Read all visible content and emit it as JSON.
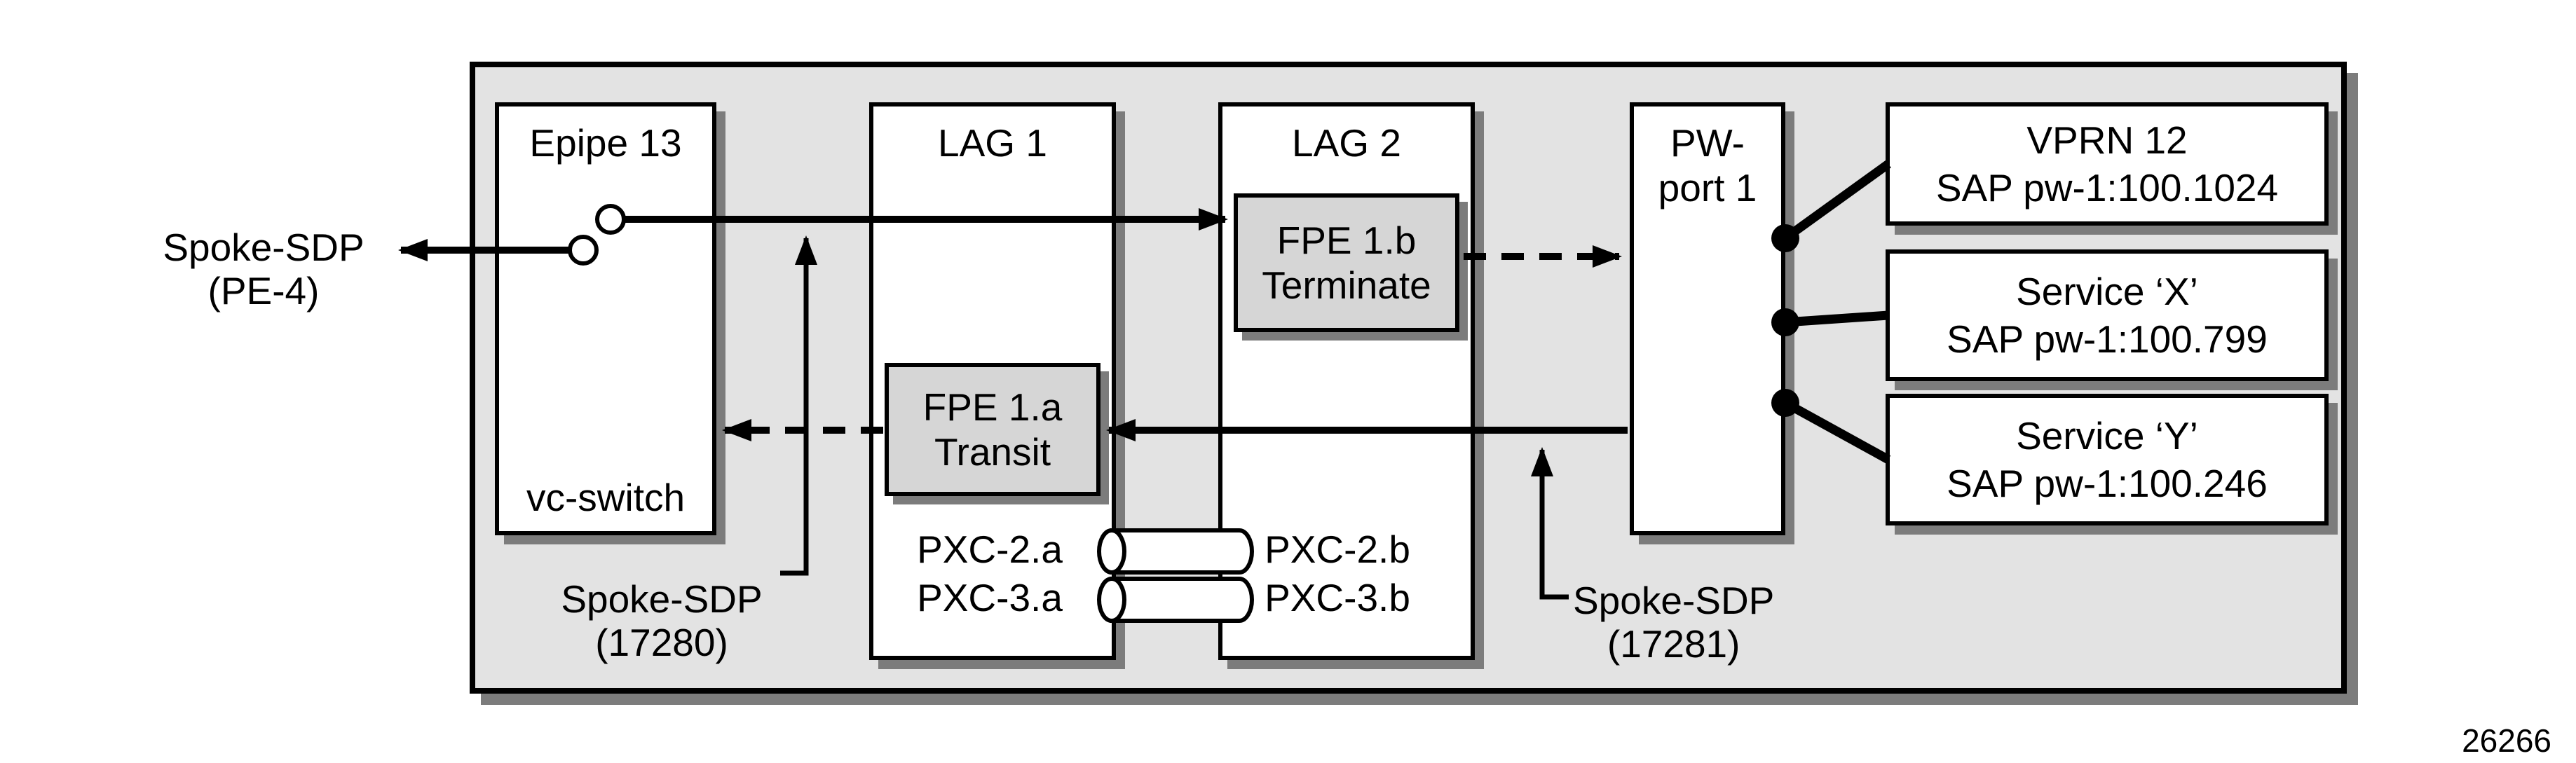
{
  "epipe": {
    "title": "Epipe 13",
    "footer": "vc-switch"
  },
  "lag1": {
    "title": "LAG 1"
  },
  "lag2": {
    "title": "LAG 2"
  },
  "fpe_b": {
    "line1": "FPE 1.b",
    "line2": "Terminate"
  },
  "fpe_a": {
    "line1": "FPE 1.a",
    "line2": "Transit"
  },
  "pw_port": {
    "line1": "PW-",
    "line2": "port 1"
  },
  "services": [
    {
      "line1": "VPRN 12",
      "line2": "SAP pw-1:100.1024"
    },
    {
      "line1": "Service ‘X’",
      "line2": "SAP pw-1:100.799"
    },
    {
      "line1": "Service ‘Y’",
      "line2": "SAP pw-1:100.246"
    }
  ],
  "pxc": {
    "a2": "PXC-2.a",
    "a3": "PXC-3.a",
    "b2": "PXC-2.b",
    "b3": "PXC-3.b"
  },
  "labels": {
    "spoke_pe4_line1": "Spoke-SDP",
    "spoke_pe4_line2": "(PE-4)",
    "spoke_17280_line1": "Spoke-SDP",
    "spoke_17280_line2": "(17280)",
    "spoke_17281_line1": "Spoke-SDP",
    "spoke_17281_line2": "(17281)"
  },
  "figure_number": "26266",
  "colors": {
    "boundary_fill": "#e3e3e3",
    "box_fill": "#ffffff",
    "fpe_fill": "#d6d6d6",
    "shadow": "#7c7c7c",
    "line": "#000000"
  }
}
